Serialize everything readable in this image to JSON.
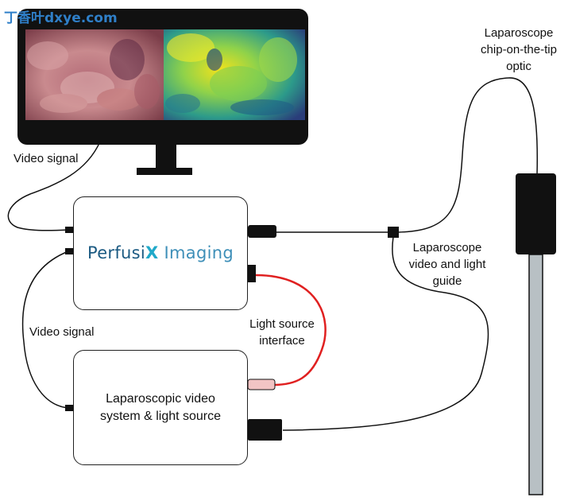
{
  "watermark": {
    "text": "丁香叶dxye.com"
  },
  "brand": {
    "name": "Perfusi",
    "x_letter": "X",
    "product": "Imaging"
  },
  "labels": {
    "video_signal_top": "Video signal",
    "video_signal_left": "Video signal",
    "optic_line1": "Laparoscope",
    "optic_line2": "chip-on-the-tip",
    "optic_line3": "optic",
    "guide_line1": "Laparoscope",
    "guide_line2": "video and light",
    "guide_line3": "guide",
    "light_line1": "Light source",
    "light_line2": "interface",
    "system_line1": "Laparoscopic video",
    "system_line2": "system & light source"
  },
  "colors": {
    "light_cable": "#e02020",
    "connector_pink": "#f2c4c4",
    "brand_dark": "#1b5a82",
    "brand_accent": "#20a9c9",
    "scope_shaft": "#b8c0c4"
  }
}
